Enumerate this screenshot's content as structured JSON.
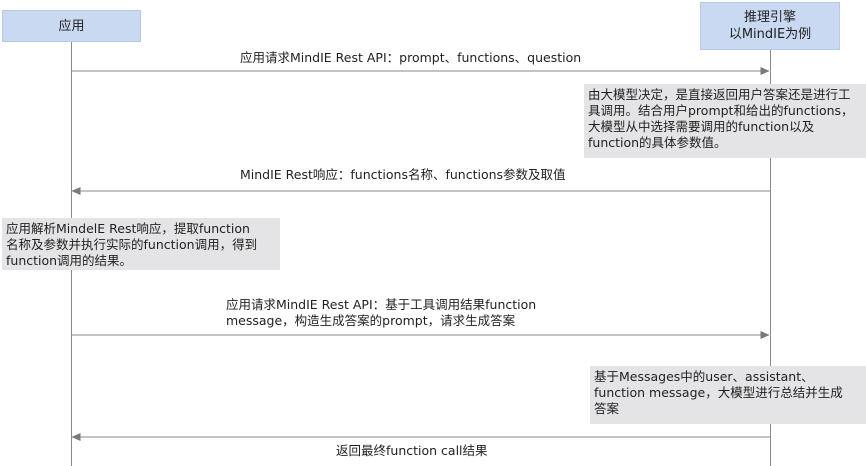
{
  "actors": {
    "app": "应用",
    "engine_line1": "推理引擎",
    "engine_line2": "以MindIE为例"
  },
  "messages": [
    {
      "text": "应用请求MindIE Rest API：prompt、functions、question",
      "direction": "app-to-engine"
    },
    {
      "text": "MindIE Rest响应：functions名称、functions参数及取值",
      "direction": "engine-to-app"
    },
    {
      "line1": "应用请求MindIE Rest API：基于工具调用结果function",
      "line2": "message，构造生成答案的prompt，请求生成答案",
      "direction": "app-to-engine"
    },
    {
      "text": "返回最终function call结果",
      "direction": "engine-to-app"
    }
  ],
  "notes": [
    {
      "line1": "由大模型决定，是直接返回用户答案还是进行工",
      "line2": "具调用。结合用户prompt和给出的functions，",
      "line3": "大模型从中选择需要调用的function以及",
      "line4": "function的具体参数值。",
      "owner": "engine"
    },
    {
      "line1": "应用解析MindelE Rest响应，提取function",
      "line2": "名称及参数并执行实际的function调用，得到",
      "line3": "function调用的结果。",
      "owner": "app"
    },
    {
      "line1": "基于Messages中的user、assistant、",
      "line2": "function message，大模型进行总结并生成",
      "line3": "答案",
      "owner": "engine"
    }
  ],
  "colors": {
    "actor_fill": "#c9d9f2",
    "note_fill": "#e4e4e6",
    "line": "#8a8a8a"
  }
}
